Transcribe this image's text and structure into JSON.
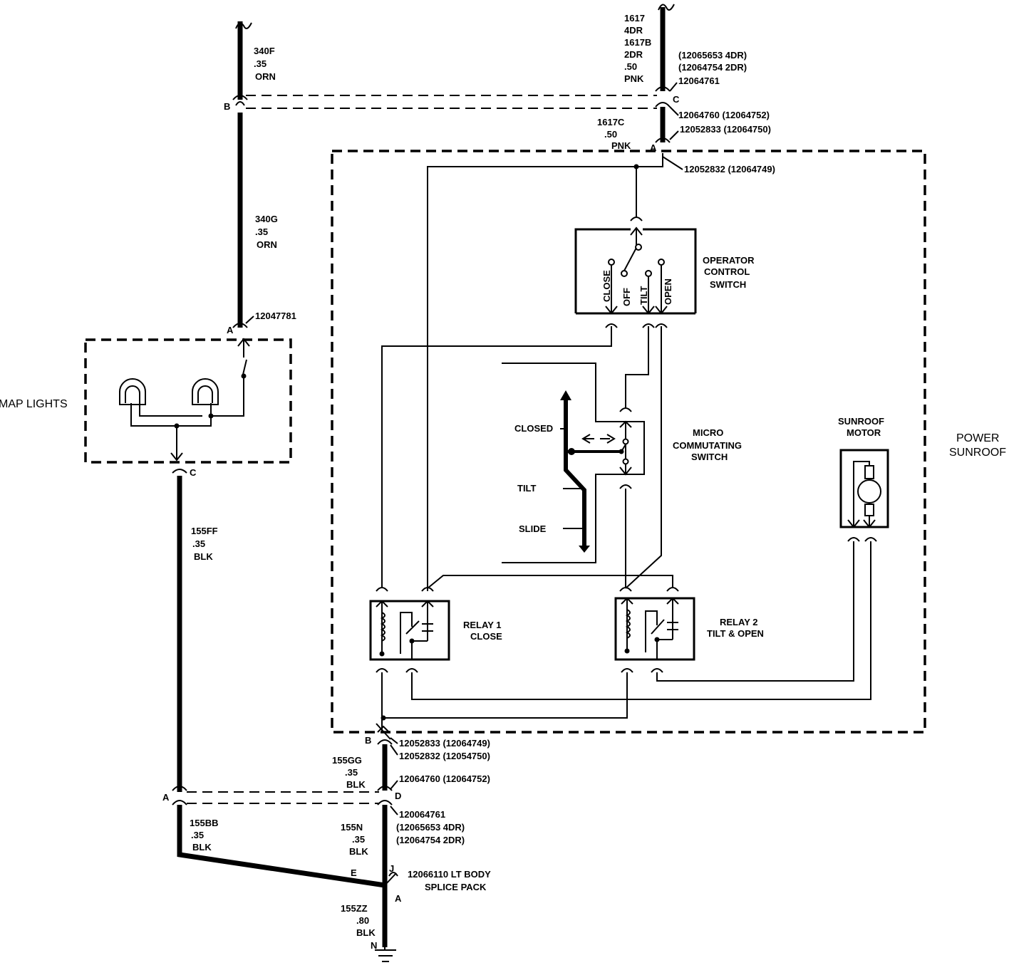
{
  "labels": {
    "map_lights": "MAP LIGHTS",
    "power_sunroof_1": "POWER",
    "power_sunroof_2": "SUNROOF",
    "operator_1": "OPERATOR",
    "operator_2": "CONTROL",
    "operator_3": "SWITCH",
    "micro_1": "MICRO",
    "micro_2": "COMMUTATING",
    "micro_3": "SWITCH",
    "sunroof_motor_1": "SUNROOF",
    "sunroof_motor_2": "MOTOR",
    "relay1_1": "RELAY  1",
    "relay1_2": "CLOSE",
    "relay2_1": "RELAY  2",
    "relay2_2": "TILT & OPEN",
    "closed": "CLOSED",
    "tilt": "TILT",
    "slide": "SLIDE",
    "sw_close": "CLOSE",
    "sw_off": "OFF",
    "sw_tilt": "TILT",
    "sw_open": "OPEN",
    "splice_1": "12066110 LT BODY",
    "splice_2": "SPLICE PACK"
  },
  "wires": {
    "w340f": [
      "340F",
      ".35",
      "ORN"
    ],
    "w340g": [
      "340G",
      ".35",
      "ORN"
    ],
    "w1617": [
      "1617",
      "4DR",
      "1617B",
      "2DR",
      ".50",
      "PNK"
    ],
    "w1617c": [
      "1617C",
      ".50",
      "PNK"
    ],
    "w155ff": [
      "155FF",
      ".35",
      "BLK"
    ],
    "w155gg": [
      "155GG",
      ".35",
      "BLK"
    ],
    "w155bb": [
      "155BB",
      ".35",
      "BLK"
    ],
    "w155n": [
      "155N",
      ".35",
      "BLK"
    ],
    "w155zz": [
      "155ZZ",
      ".80",
      "BLK"
    ]
  },
  "connectors": {
    "top_right_1": "(12065653  4DR)",
    "top_right_2": "(12064754  2DR)",
    "top_right_3": "12064761",
    "top_right_4": "12064760  (12064752)",
    "top_right_5": "12052833  (12064750)",
    "top_right_6": "12052832  (12064749)",
    "map_conn": "12047781",
    "bot_1": "12052833  (12064749)",
    "bot_2": "12052832  (12054750)",
    "bot_3": "12064760  (12064752)",
    "bot_4": "120064761",
    "bot_5": "(12065653  4DR)",
    "bot_6": "(12064754  2DR)"
  },
  "pins": {
    "b_top": "B",
    "c_top": "C",
    "a_top": "A",
    "a_map": "A",
    "c_map": "C",
    "b_bot": "B",
    "a_left": "A",
    "d_bot": "D",
    "e_splice": "E",
    "j_splice": "J",
    "a_splice": "A",
    "n_ground": "N"
  }
}
